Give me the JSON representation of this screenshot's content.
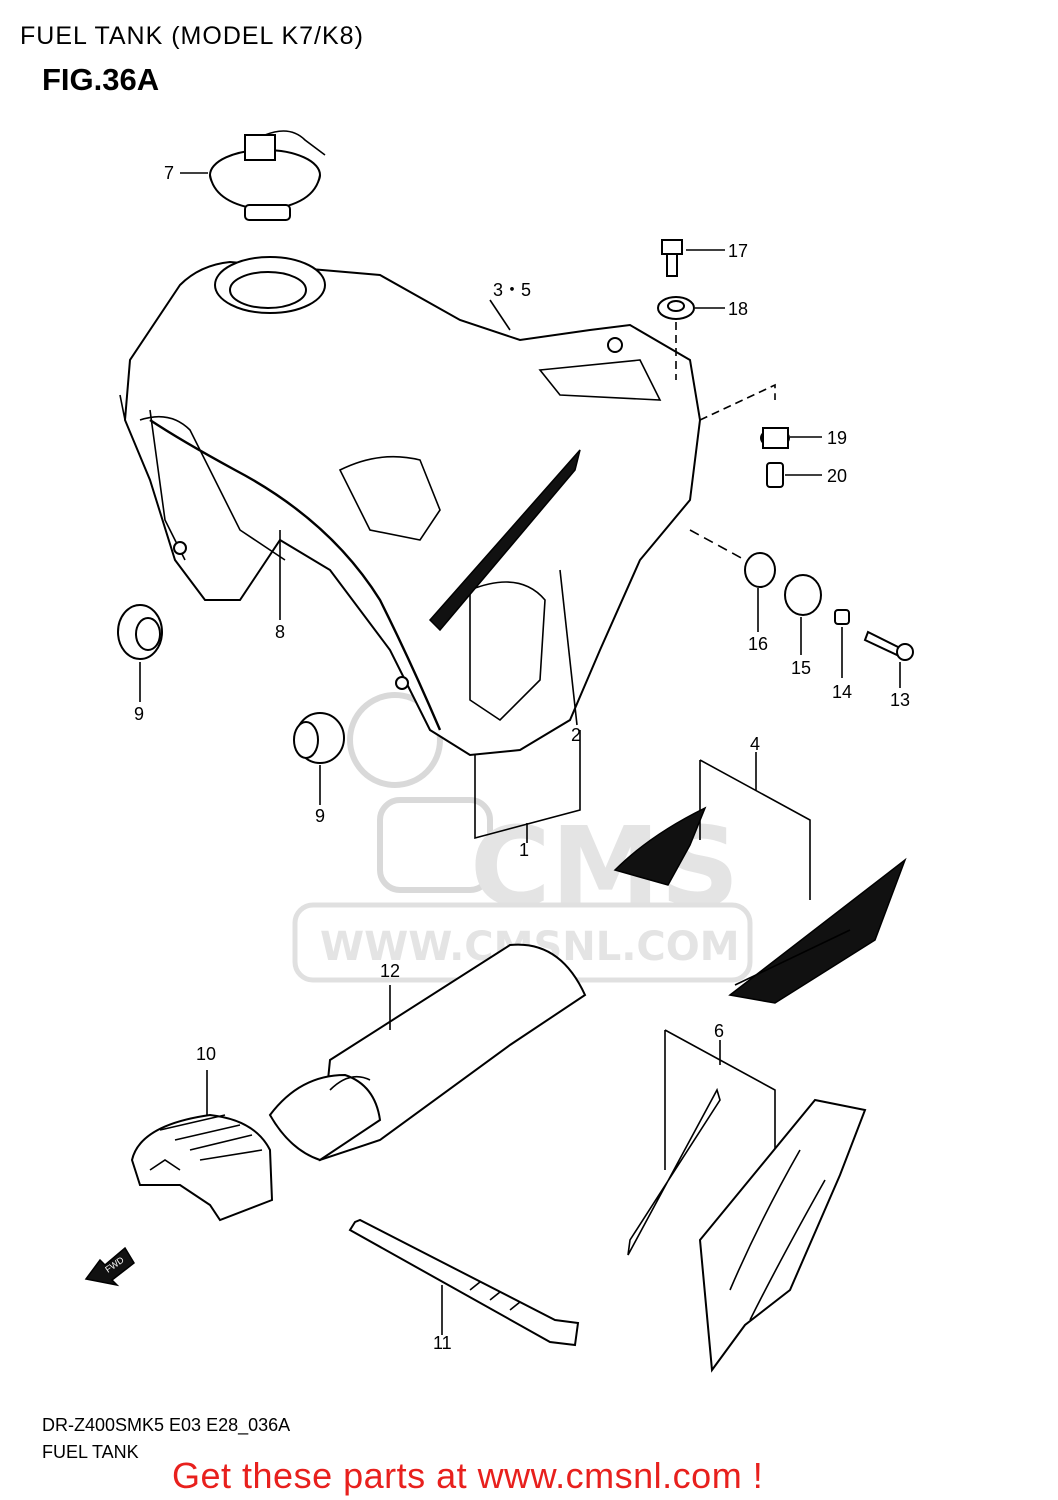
{
  "header": {
    "title": "FUEL TANK (MODEL K7/K8)",
    "figure": "FIG.36A"
  },
  "callouts": [
    {
      "id": "c7",
      "text": "7"
    },
    {
      "id": "c17",
      "text": "17"
    },
    {
      "id": "c35",
      "text": "3・5"
    },
    {
      "id": "c18",
      "text": "18"
    },
    {
      "id": "c19",
      "text": "19"
    },
    {
      "id": "c20",
      "text": "20"
    },
    {
      "id": "c8",
      "text": "8"
    },
    {
      "id": "c9a",
      "text": "9"
    },
    {
      "id": "c16",
      "text": "16"
    },
    {
      "id": "c15",
      "text": "15"
    },
    {
      "id": "c14",
      "text": "14"
    },
    {
      "id": "c13",
      "text": "13"
    },
    {
      "id": "c2",
      "text": "2"
    },
    {
      "id": "c4",
      "text": "4"
    },
    {
      "id": "c9b",
      "text": "9"
    },
    {
      "id": "c1",
      "text": "1"
    },
    {
      "id": "c12",
      "text": "12"
    },
    {
      "id": "c10",
      "text": "10"
    },
    {
      "id": "c6",
      "text": "6"
    },
    {
      "id": "c11",
      "text": "11"
    }
  ],
  "fwd_arrow_text": "FWD",
  "watermark": {
    "logo_text": "CMS",
    "url_text": "WWW.CMSNL.COM"
  },
  "footer": {
    "model_code": "DR-Z400SMK5 E03 E28_036A",
    "section_name": "FUEL TANK"
  },
  "promo_text": "Get these parts at www.cmsnl.com !"
}
